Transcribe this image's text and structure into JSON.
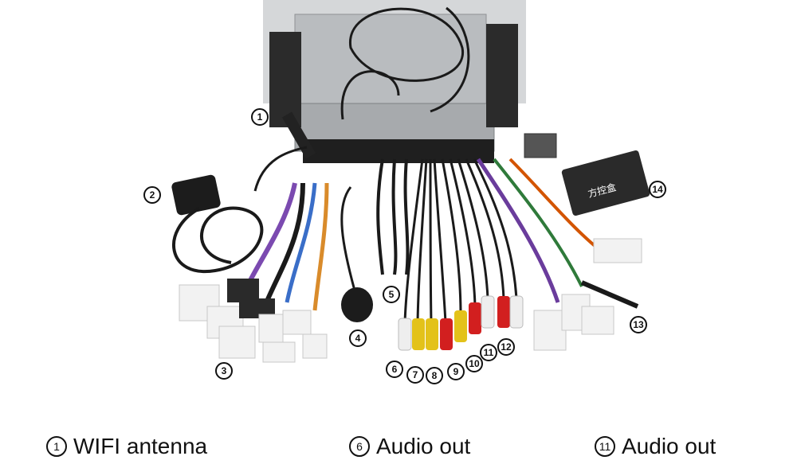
{
  "callouts": [
    {
      "n": "1"
    },
    {
      "n": "2"
    },
    {
      "n": "3"
    },
    {
      "n": "4"
    },
    {
      "n": "5"
    },
    {
      "n": "6"
    },
    {
      "n": "7"
    },
    {
      "n": "8"
    },
    {
      "n": "9"
    },
    {
      "n": "10"
    },
    {
      "n": "11"
    },
    {
      "n": "12"
    },
    {
      "n": "13"
    },
    {
      "n": "14"
    }
  ],
  "legend": [
    {
      "n": "1",
      "label": "WIFI antenna"
    },
    {
      "n": "6",
      "label": "Audio out"
    },
    {
      "n": "11",
      "label": "Audio out"
    }
  ],
  "module_label": "方控盒",
  "colors": {
    "unit": "#b9bcbf",
    "cable": "#1a1a1a",
    "connector": "#f2f2f2",
    "red": "#d21f1f",
    "yellow": "#e3c21a",
    "white": "#eeeeee",
    "box": "#2a2a2a"
  }
}
